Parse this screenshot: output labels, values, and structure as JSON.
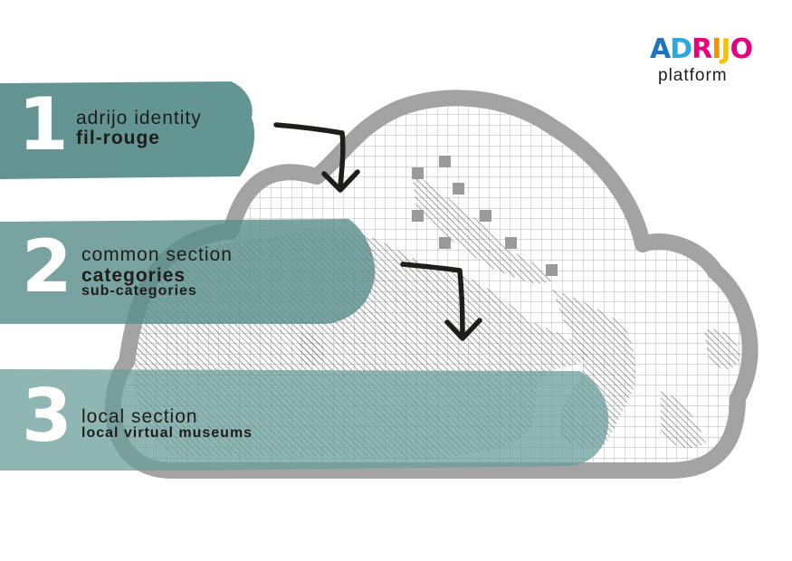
{
  "logo": {
    "letters": [
      "A",
      "D",
      "R",
      "I",
      "J",
      "O"
    ],
    "letter_colors": [
      "#1e73be",
      "#29a9e0",
      "#e6007e",
      "#f39200",
      "#f7c300",
      "#e6007e"
    ],
    "subtitle": "platform"
  },
  "sections": [
    {
      "number": "1",
      "title": "adrijo identity",
      "subtitle": "fil-rouge",
      "detail": ""
    },
    {
      "number": "2",
      "title": "common section",
      "subtitle": "categories",
      "detail": "sub-categories"
    },
    {
      "number": "3",
      "title": "local section",
      "subtitle": "local virtual museums",
      "detail": ""
    }
  ],
  "colors": {
    "band": "#5b8f8c",
    "cloud_outline": "#a3a3a3",
    "grid": "#9a9a9a",
    "hatch": "#7a7a7a",
    "marker": "#9a9a9a",
    "arrow": "#1d1d1b"
  }
}
